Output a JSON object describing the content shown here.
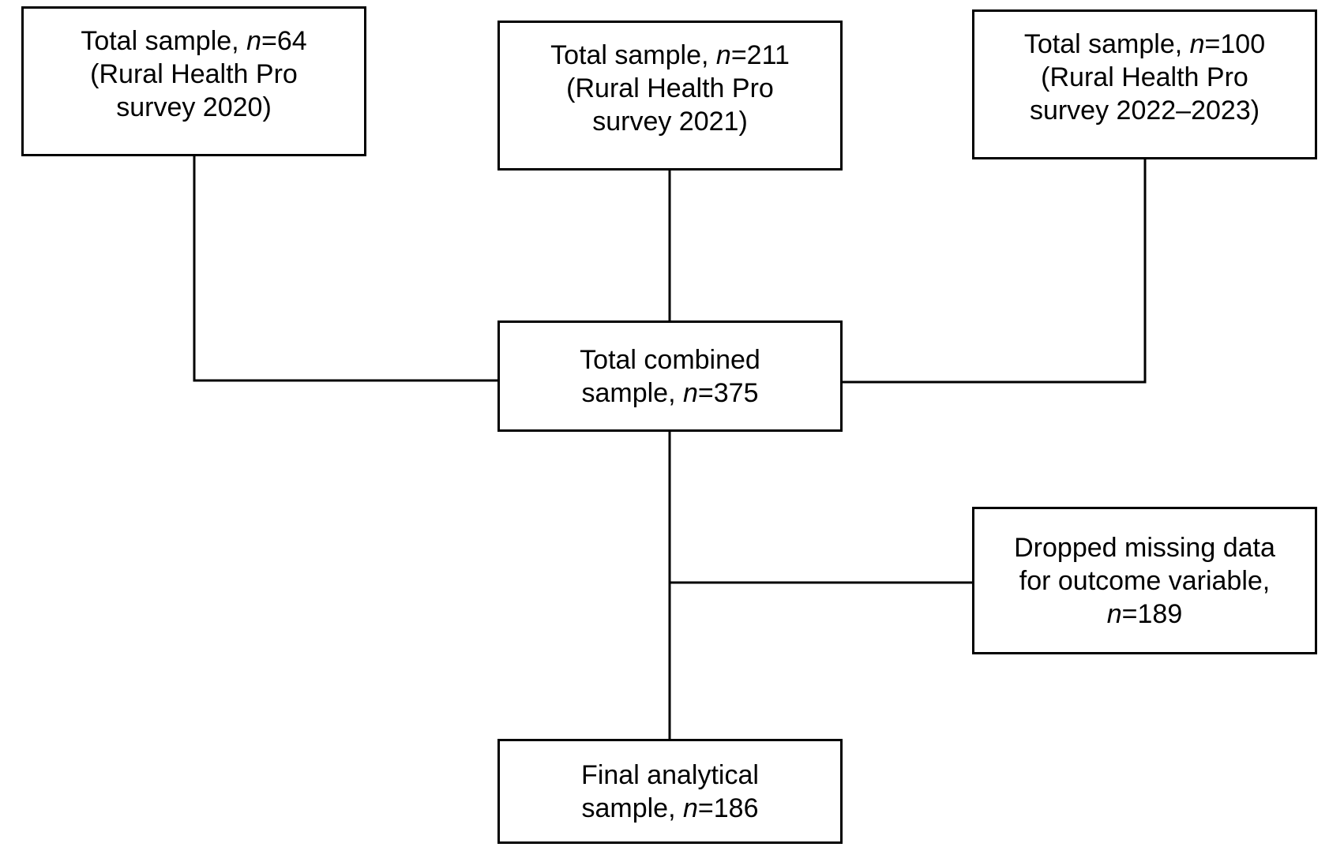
{
  "boxes": {
    "survey_2020": {
      "line1_prefix": "Total sample, ",
      "line1_n_symbol": "n",
      "line1_value": "=64",
      "line2": "(Rural Health Pro",
      "line3": "survey 2020)"
    },
    "survey_2021": {
      "line1_prefix": "Total sample, ",
      "line1_n_symbol": "n",
      "line1_value": "=211",
      "line2": "(Rural Health Pro",
      "line3": "survey 2021)"
    },
    "survey_2022_2023": {
      "line1_prefix": "Total sample, ",
      "line1_n_symbol": "n",
      "line1_value": "=100",
      "line2": "(Rural Health Pro",
      "line3": "survey 2022–2023)"
    },
    "combined": {
      "line1": "Total combined",
      "line2_prefix": "sample, ",
      "line2_n_symbol": "n",
      "line2_value": "=375"
    },
    "dropped": {
      "line1": "Dropped missing data",
      "line2": "for outcome variable,",
      "line3_n_symbol": "n",
      "line3_value": "=189"
    },
    "final": {
      "line1": "Final analytical",
      "line2_prefix": "sample, ",
      "line2_n_symbol": "n",
      "line2_value": "=186"
    }
  },
  "colors": {
    "line": "#000000",
    "box_border": "#000000",
    "background": "#ffffff"
  }
}
